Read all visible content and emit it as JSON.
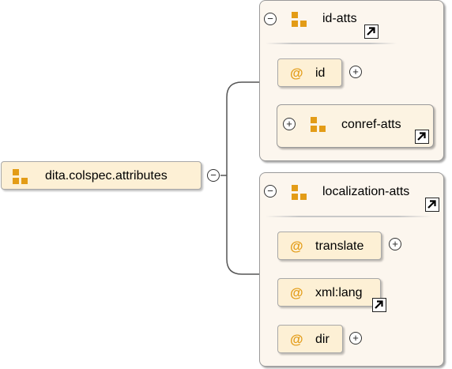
{
  "root": {
    "label": "dita.colspec.attributes",
    "icon": "attribute-group-icon"
  },
  "groups": [
    {
      "label": "id-atts",
      "icon": "attribute-group-icon",
      "items": [
        {
          "kind": "attribute",
          "at": "@",
          "label": "id"
        },
        {
          "kind": "group-ref",
          "label": "conref-atts",
          "icon": "attribute-group-icon"
        }
      ]
    },
    {
      "label": "localization-atts",
      "icon": "attribute-group-icon",
      "items": [
        {
          "kind": "attribute",
          "at": "@",
          "label": "translate"
        },
        {
          "kind": "attribute",
          "at": "@",
          "label": "xml:lang"
        },
        {
          "kind": "attribute",
          "at": "@",
          "label": "dir"
        }
      ]
    }
  ],
  "symbols": {
    "collapse": "−",
    "expand": "+"
  },
  "colors": {
    "node_fill": "#fdf0d5",
    "group_fill": "#fcf6ee",
    "icon_orange": "#e39c17",
    "connector": "#555555"
  }
}
